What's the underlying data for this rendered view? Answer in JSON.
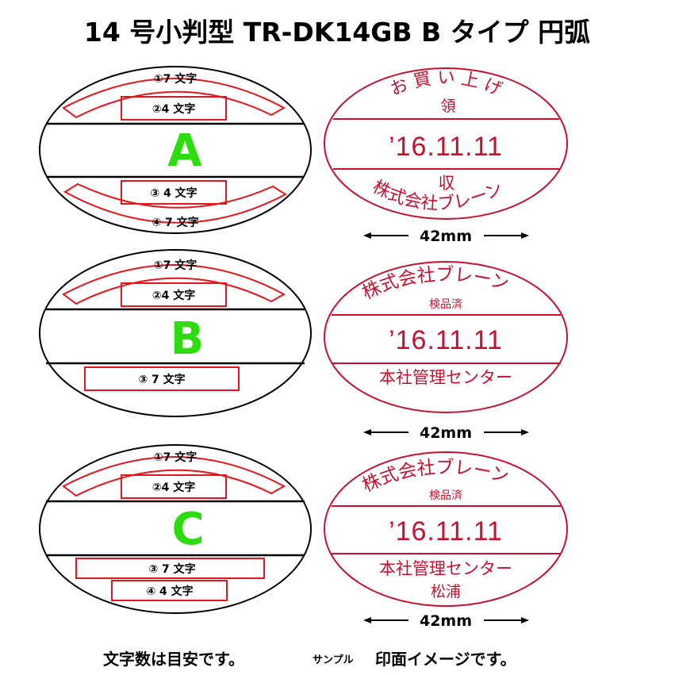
{
  "header": {
    "title": "14 号小判型  TR-DK14GB   B タイプ 円弧"
  },
  "colors": {
    "layout_outline": "#000000",
    "field_outline": "#e8141b",
    "letter_green": "#2ddc0f",
    "stamp_red": "#c8102e"
  },
  "layouts": [
    {
      "letter": "A",
      "fields": {
        "f1": "①7 文字",
        "f2": "②4 文字",
        "f3": "③ 4 文字",
        "f4": "④ 7 文字"
      }
    },
    {
      "letter": "B",
      "fields": {
        "f1": "①7 文字",
        "f2": "②4 文字",
        "f3": "③ 7 文字"
      }
    },
    {
      "letter": "C",
      "fields": {
        "f1": "①7 文字",
        "f2": "②4 文字",
        "f3": "③ 7 文字",
        "f4": "④ 4 文字"
      }
    }
  ],
  "samples": [
    {
      "top_arc": "お 買 い 上 げ",
      "top_line": "領",
      "date": "’16.11.11",
      "bottom_line": "収",
      "bottom_arc": "株式会社ブレーン",
      "width_label": "42mm"
    },
    {
      "top_arc": "株式会社ブレーン",
      "top_line": "検品済",
      "date": "’16.11.11",
      "bottom_line": "本社管理センター",
      "width_label": "42mm"
    },
    {
      "top_arc": "株式会社ブレーン",
      "top_line": "検品済",
      "date": "’16.11.11",
      "bottom_line": "本社管理センター",
      "bottom_line2": "松浦",
      "width_label": "42mm"
    }
  ],
  "footer": {
    "note_left": "文字数は目安です。",
    "note_sample_small": "サンプル",
    "note_right": "印面イメージです。"
  }
}
